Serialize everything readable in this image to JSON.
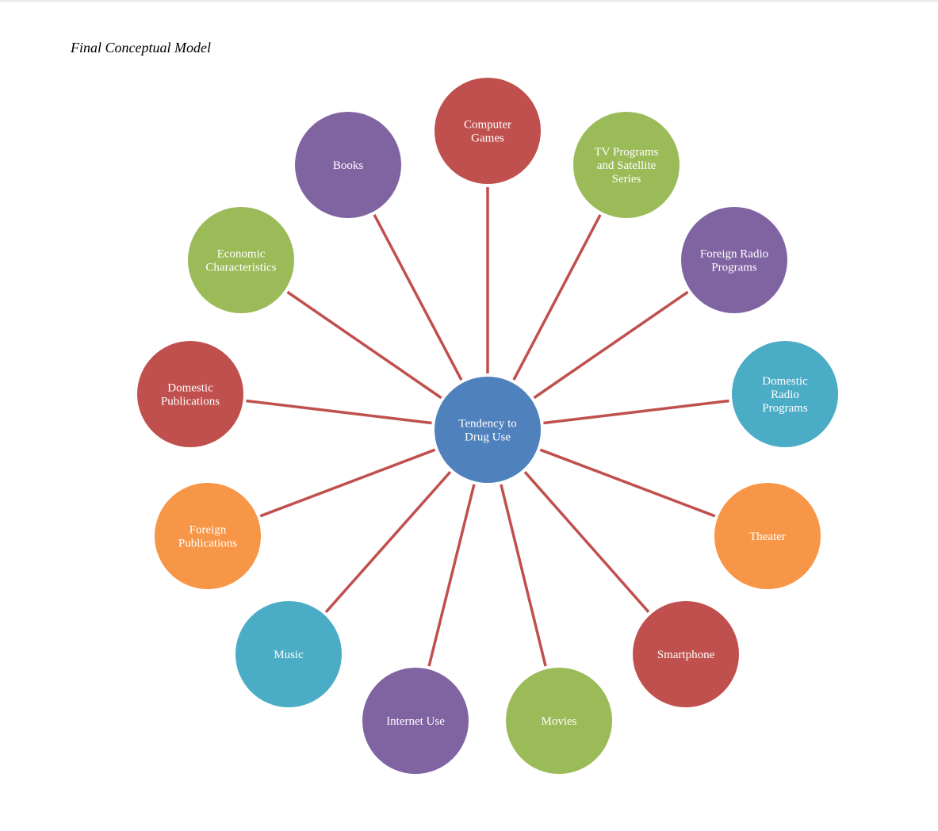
{
  "figure": {
    "title": "Final Conceptual Model"
  },
  "colors": {
    "red": "#C0504D",
    "purple": "#8064A2",
    "green": "#9BBB59",
    "teal": "#4BACC6",
    "orange": "#F79646",
    "blue": "#4F81BD",
    "connector": "#C0504D"
  },
  "center": {
    "lines": [
      "Tendency to",
      "Drug Use"
    ],
    "color": "blue"
  },
  "nodes": [
    {
      "lines": [
        "Computer",
        "Games"
      ],
      "color": "red"
    },
    {
      "lines": [
        "TV Programs",
        "and Satellite",
        "Series"
      ],
      "color": "green"
    },
    {
      "lines": [
        "Foreign Radio",
        "Programs"
      ],
      "color": "purple"
    },
    {
      "lines": [
        "Domestic",
        "Radio",
        "Programs"
      ],
      "color": "teal"
    },
    {
      "lines": [
        "Theater"
      ],
      "color": "orange"
    },
    {
      "lines": [
        "Smartphone"
      ],
      "color": "red"
    },
    {
      "lines": [
        "Movies"
      ],
      "color": "green"
    },
    {
      "lines": [
        "Internet Use"
      ],
      "color": "purple"
    },
    {
      "lines": [
        "Music"
      ],
      "color": "teal"
    },
    {
      "lines": [
        "Foreign",
        "Publications"
      ],
      "color": "orange"
    },
    {
      "lines": [
        "Domestic",
        "Publications"
      ],
      "color": "red"
    },
    {
      "lines": [
        "Economic",
        "Characteristics"
      ],
      "color": "green"
    },
    {
      "lines": [
        "Books"
      ],
      "color": "purple"
    }
  ]
}
